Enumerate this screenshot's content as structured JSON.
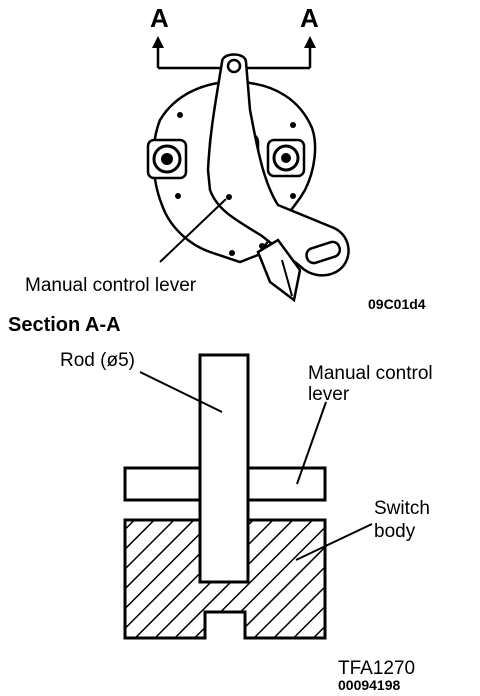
{
  "top_view": {
    "section_left": "A",
    "section_right": "A",
    "lever_label": "Manual control lever",
    "figure_code": "09C01d4"
  },
  "section_view": {
    "title": "Section A-A",
    "rod_label": "Rod (ø5)",
    "lever_label_line1": "Manual control",
    "lever_label_line2": "lever",
    "body_label_line1": "Switch",
    "body_label_line2": "body",
    "figure_code_1": "TFA1270",
    "figure_code_2": "00094198"
  }
}
